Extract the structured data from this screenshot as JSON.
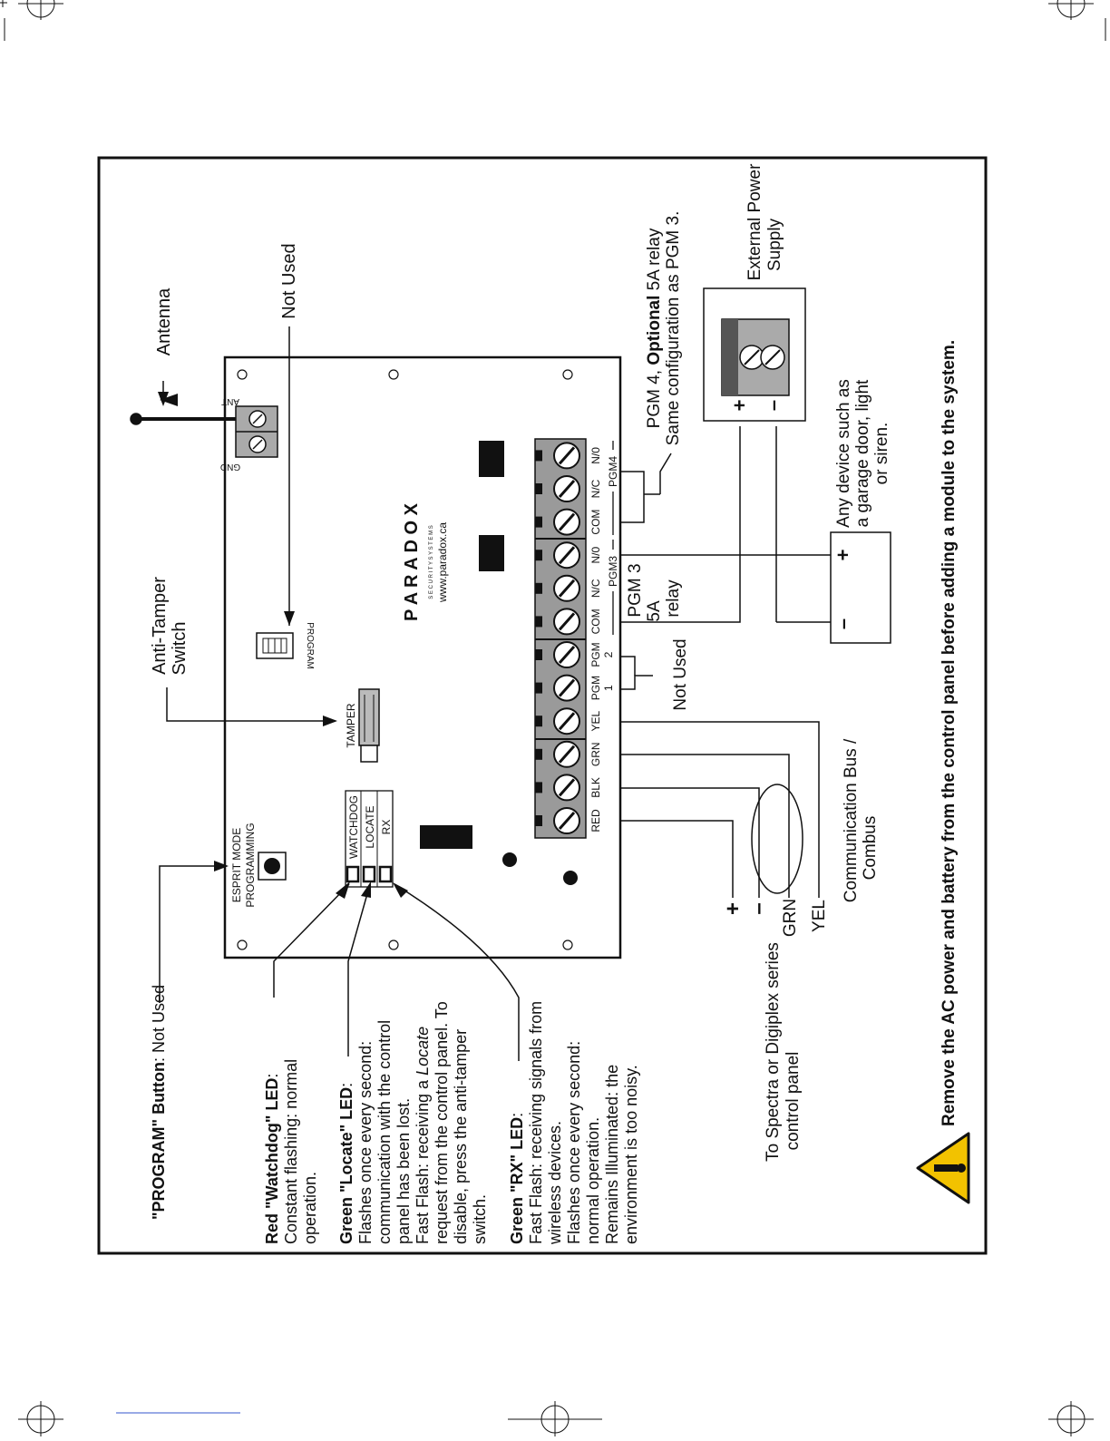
{
  "diagram": {
    "warning_text": "Remove the AC power and battery from the control panel before adding a module to the system.",
    "labels": {
      "antenna": "Antenna",
      "not_used_top": "Not Used",
      "anti_tamper_1": "Anti-Tamper",
      "anti_tamper_2": "Switch",
      "pgm4_line1_prefix": "PGM 4, ",
      "pgm4_line1_bold": "Optional",
      "pgm4_line1_suffix": " 5A relay",
      "pgm4_line2": "Same configuration as PGM 3.",
      "ext_power_1": "External Power",
      "ext_power_2": "Supply",
      "any_device_1": "Any device such as",
      "any_device_2": "a garage door, light",
      "any_device_3": "or siren.",
      "pgm3_1": "PGM 3",
      "pgm3_2": "5A",
      "pgm3_3": "relay",
      "not_used_mid": "Not Used",
      "comm_bus_1": "Communication Bus /",
      "comm_bus_2": "Combus",
      "to_panel_1": "To Spectra or Digiplex series",
      "to_panel_2": "control panel",
      "wire_plus": "+",
      "wire_minus": "–",
      "wire_grn": "GRN",
      "wire_yel": "YEL",
      "battery_plus": "+",
      "battery_minus": "–",
      "supply_plus": "+",
      "supply_minus": "–"
    },
    "board": {
      "ant": "ANT",
      "gnd": "GND",
      "program": "PROGRAM",
      "tamper": "TAMPER",
      "esprit_1": "ESPRIT MODE",
      "esprit_2": "PROGRAMMING",
      "led_watchdog": "WATCHDOG",
      "led_locate": "LOCATE",
      "led_rx": "RX",
      "brand": "P A R A D O X",
      "brand_sub": "S E C U R I T Y   S Y S T E M S",
      "brand_url": "www.paradox.ca",
      "terminals": [
        "RED",
        "BLK",
        "GRN",
        "YEL",
        "PGM 1",
        "PGM 2",
        "COM",
        "N/C",
        "N/0",
        "COM",
        "N/C",
        "N/0"
      ],
      "pgm3_group": "PGM3",
      "pgm4_group": "PGM4"
    },
    "legend": {
      "program_title": "\"PROGRAM\" Button",
      "program_value": ": Not Used",
      "watchdog_title": "Red \"Watchdog\" LED",
      "watchdog_colon": ":",
      "watchdog_lines": [
        "Constant flashing: normal",
        "operation."
      ],
      "locate_title": "Green \"Locate\" LED",
      "locate_colon": ":",
      "locate_lines": [
        "Flashes once every second:",
        "communication with the control",
        "panel has been lost."
      ],
      "locate_fast_prefix": "Fast Flash: receiving a ",
      "locate_fast_italic": "Locate",
      "locate_more": [
        "request from the control panel. To",
        "disable, press the anti-tamper",
        "switch."
      ],
      "rx_title": "Green \"RX\" LED",
      "rx_colon": ":",
      "rx_lines": [
        "Fast Flash: receiving signals from",
        "wireless devices.",
        "Flashes once every second:",
        "normal operation.",
        "Remains Illuminated: the",
        "environment is too noisy."
      ]
    }
  }
}
